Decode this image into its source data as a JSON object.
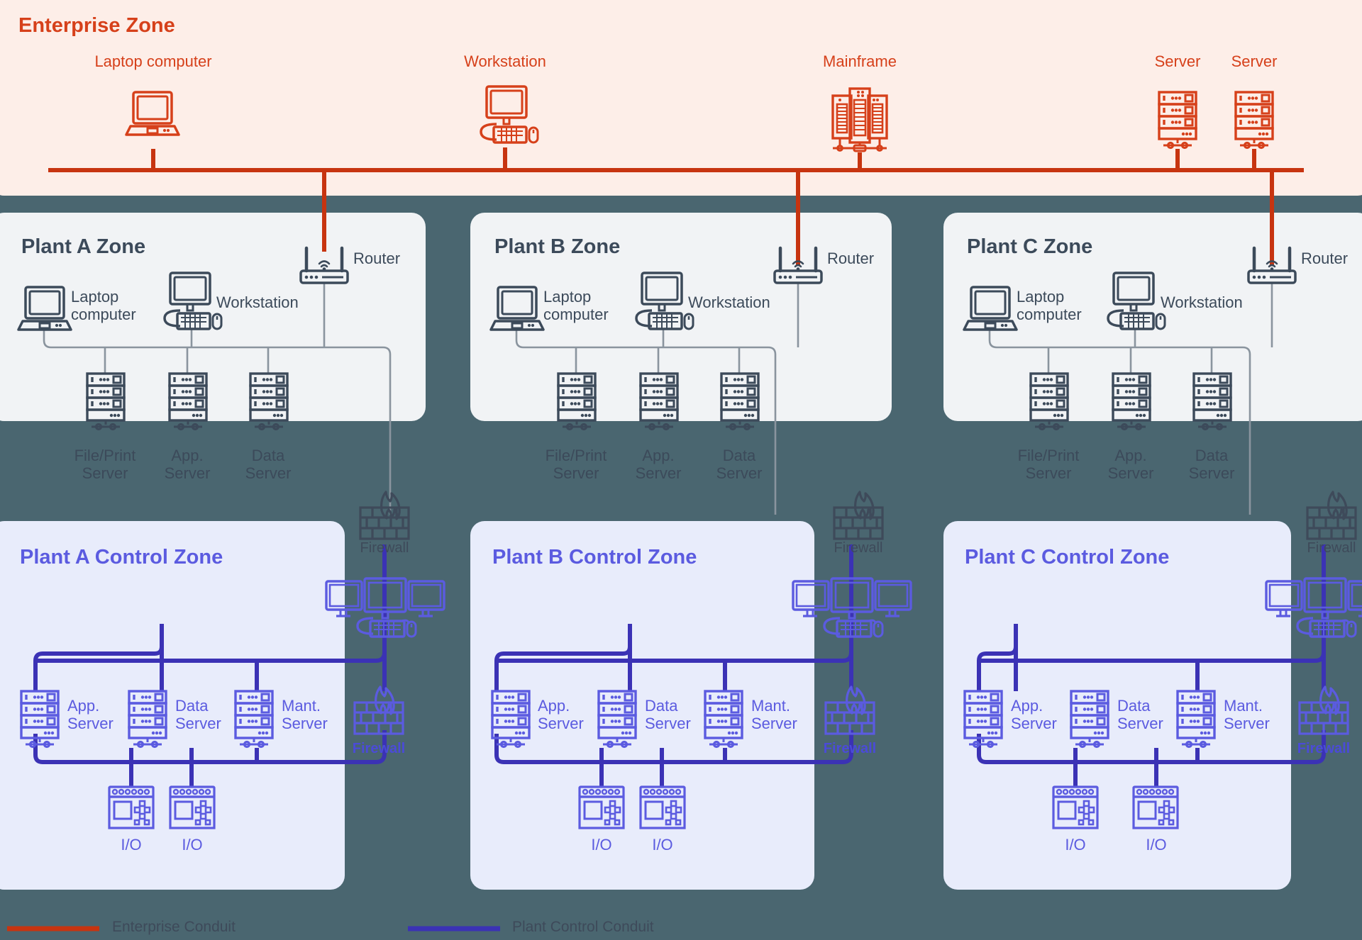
{
  "colors": {
    "page_background": "#4a6670",
    "enterprise_zone_fill": "#fdeee8",
    "enterprise_accent": "#d6401a",
    "enterprise_conduit": "#c73410",
    "plant_zone_fill": "#f1f3f5",
    "plant_accent": "#3c4a5a",
    "control_zone_fill": "#e8ecfb",
    "control_accent": "#5b5be0",
    "control_conduit": "#3b32b5",
    "firewall_dark": "#3e4a5a",
    "firewall_blue": "#4b4bd8"
  },
  "enterprise": {
    "title": "Enterprise Zone",
    "devices": [
      {
        "label": "Laptop computer",
        "icon": "laptop-icon"
      },
      {
        "label": "Workstation",
        "icon": "workstation-icon"
      },
      {
        "label": "Mainframe",
        "icon": "mainframe-icon"
      },
      {
        "label": "Server",
        "icon": "server-icon"
      },
      {
        "label": "Server",
        "icon": "server-icon"
      }
    ]
  },
  "plant_zones": [
    {
      "title": "Plant A Zone",
      "router_label": "Router",
      "laptop_label": "Laptop\ncomputer",
      "workstation_label": "Workstation",
      "servers": [
        {
          "label": "File/Print\nServer",
          "icon": "server-icon"
        },
        {
          "label": "App.\nServer",
          "icon": "server-icon"
        },
        {
          "label": "Data\nServer",
          "icon": "server-icon"
        }
      ],
      "firewall_label": "Firewall"
    },
    {
      "title": "Plant B Zone",
      "router_label": "Router",
      "laptop_label": "Laptop\ncomputer",
      "workstation_label": "Workstation",
      "servers": [
        {
          "label": "File/Print\nServer",
          "icon": "server-icon"
        },
        {
          "label": "App.\nServer",
          "icon": "server-icon"
        },
        {
          "label": "Data\nServer",
          "icon": "server-icon"
        }
      ],
      "firewall_label": "Firewall"
    },
    {
      "title": "Plant C Zone",
      "router_label": "Router",
      "laptop_label": "Laptop\ncomputer",
      "workstation_label": "Workstation",
      "servers": [
        {
          "label": "File/Print\nServer",
          "icon": "server-icon"
        },
        {
          "label": "App.\nServer",
          "icon": "server-icon"
        },
        {
          "label": "Data\nServer",
          "icon": "server-icon"
        }
      ],
      "firewall_label": "Firewall"
    }
  ],
  "control_zones": [
    {
      "title": "Plant A Control Zone",
      "hmi_icon": "triple-monitor-workstation-icon",
      "servers": [
        {
          "label": "App.\nServer",
          "icon": "server-icon"
        },
        {
          "label": "Data\nServer",
          "icon": "server-icon"
        },
        {
          "label": "Mant.\nServer",
          "icon": "server-icon"
        }
      ],
      "io_devices": [
        {
          "label": "I/O",
          "icon": "io-module-icon"
        },
        {
          "label": "I/O",
          "icon": "io-module-icon"
        }
      ],
      "firewall_label": "Firewall"
    },
    {
      "title": "Plant B Control Zone",
      "hmi_icon": "triple-monitor-workstation-icon",
      "servers": [
        {
          "label": "App.\nServer",
          "icon": "server-icon"
        },
        {
          "label": "Data\nServer",
          "icon": "server-icon"
        },
        {
          "label": "Mant.\nServer",
          "icon": "server-icon"
        }
      ],
      "io_devices": [
        {
          "label": "I/O",
          "icon": "io-module-icon"
        },
        {
          "label": "I/O",
          "icon": "io-module-icon"
        }
      ],
      "firewall_label": "Firewall"
    },
    {
      "title": "Plant C Control Zone",
      "hmi_icon": "triple-monitor-workstation-icon",
      "servers": [
        {
          "label": "App.\nServer",
          "icon": "server-icon"
        },
        {
          "label": "Data\nServer",
          "icon": "server-icon"
        },
        {
          "label": "Mant.\nServer",
          "icon": "server-icon"
        }
      ],
      "io_devices": [
        {
          "label": "I/O",
          "icon": "io-module-icon"
        },
        {
          "label": "I/O",
          "icon": "io-module-icon"
        }
      ],
      "firewall_label": "Firewall"
    }
  ],
  "legend": [
    {
      "label": "Enterprise Conduit",
      "color": "#c73410"
    },
    {
      "label": "Plant Control Conduit",
      "color": "#3b32b5"
    }
  ]
}
